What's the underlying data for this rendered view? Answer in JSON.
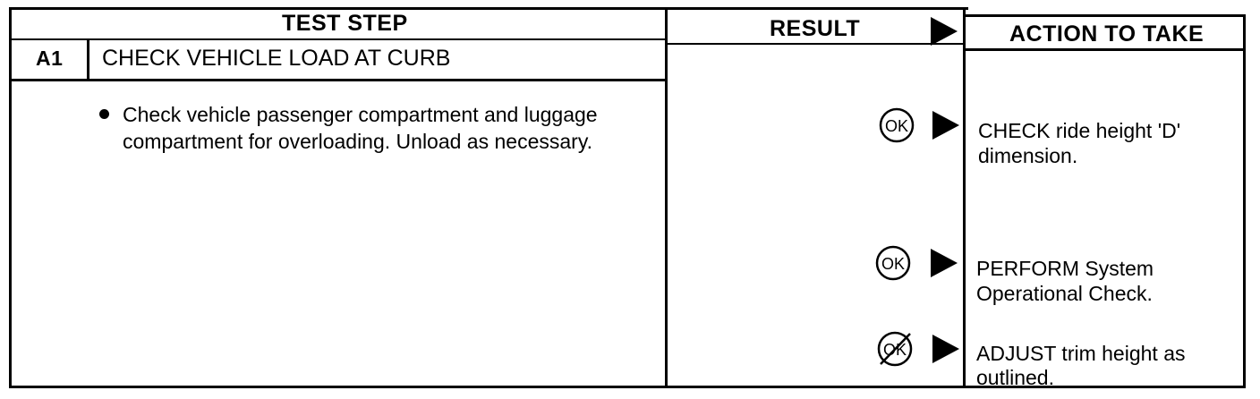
{
  "table": {
    "header": {
      "test_step": "TEST STEP",
      "result": "RESULT",
      "action": "ACTION TO TAKE"
    },
    "step": {
      "id": "A1",
      "title": "CHECK VEHICLE LOAD AT CURB",
      "bullet_text_line1": "Check vehicle passenger compartment and luggage",
      "bullet_text_line2": "compartment for overloading. Unload as necessary."
    },
    "results": [
      {
        "label": "OK",
        "crossed": false,
        "action_line1": "CHECK ride height 'D'",
        "action_line2": "dimension."
      },
      {
        "label": "OK",
        "crossed": false,
        "action_line1": "PERFORM System",
        "action_line2": "Operational Check."
      },
      {
        "label": "OK",
        "crossed": true,
        "action_line1": "ADJUST trim height as",
        "action_line2": "outlined."
      }
    ]
  }
}
